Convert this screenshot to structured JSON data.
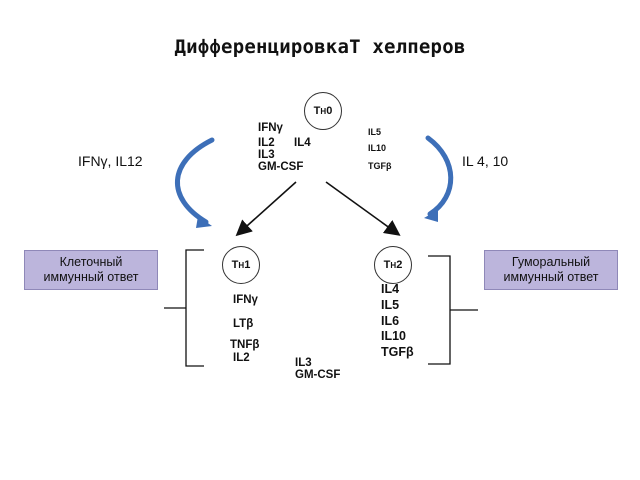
{
  "title": "ДифференцировкаТ хелперов",
  "cells": {
    "th0": {
      "t": "T",
      "sub": "H",
      "n": "0"
    },
    "th1": {
      "t": "T",
      "sub": "H",
      "n": "1"
    },
    "th2": {
      "t": "T",
      "sub": "H",
      "n": "2"
    }
  },
  "th0_cytokines": {
    "ifn": "IFNγ",
    "il2": "IL2",
    "il3": "IL3",
    "gmcsf": "GM-CSF",
    "il4": "IL4",
    "il5": "IL5",
    "il10": "IL10",
    "tgf": "TGFβ"
  },
  "th1_cytokines": {
    "ifn": "IFNγ",
    "lt": "LTβ",
    "tnf": "TNFβ",
    "il2": "IL2"
  },
  "th2_cytokines": {
    "il4": "IL4",
    "il5": "IL5",
    "il6": "IL6",
    "il10": "IL10",
    "tgf": "TGFβ"
  },
  "shared_cytokines": {
    "il3": "IL3",
    "gmcsf": "GM-CSF"
  },
  "left_signal": "IFNγ, IL12",
  "right_signal": "IL 4, 10",
  "left_box": {
    "line1": "Клеточный",
    "line2": "иммунный ответ"
  },
  "right_box": {
    "line1": "Гуморальный",
    "line2": "иммунный ответ"
  },
  "colors": {
    "arrow_blue": "#3d6fb8",
    "box_fill": "#bcb5dc"
  }
}
